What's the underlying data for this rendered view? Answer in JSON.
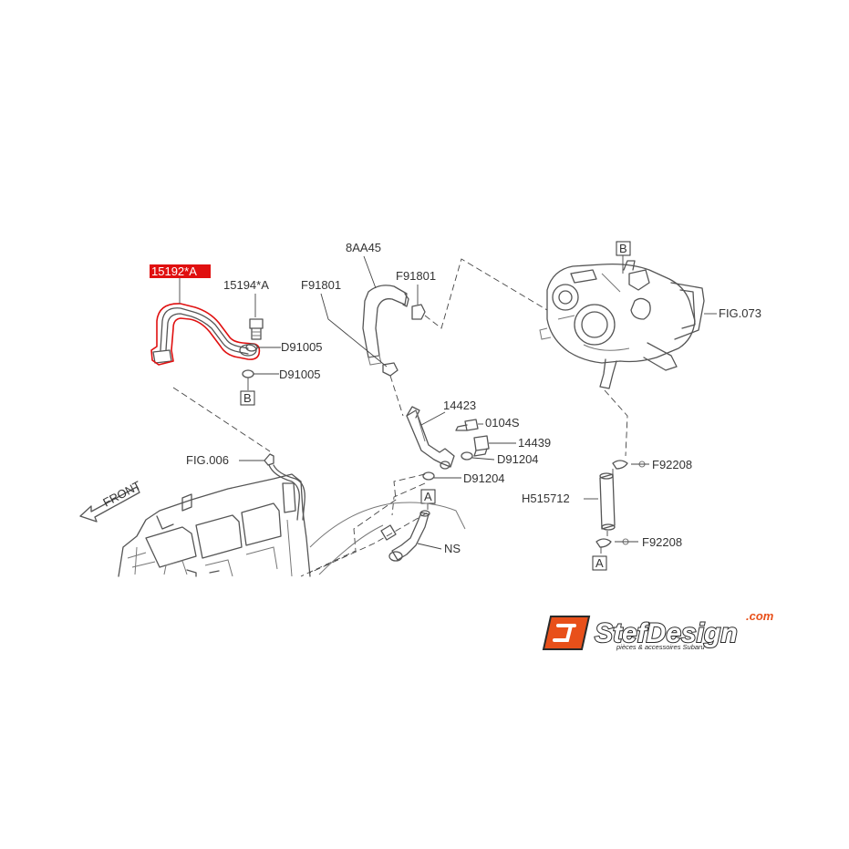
{
  "labels": {
    "part_15192": "15192*A",
    "part_15194": "15194*A",
    "d91005_upper": "D91005",
    "d91005_lower": "D91005",
    "ref_b_left": "B",
    "ref_b_turbo": "B",
    "fig_006": "FIG.006",
    "front": "FRONT",
    "part_8aa45": "8AA45",
    "f91801_left": "F91801",
    "f91801_right": "F91801",
    "part_14423": "14423",
    "part_0104s": "0104S",
    "part_14439": "14439",
    "d91204_upper": "D91204",
    "d91204_lower": "D91204",
    "ref_a_center": "A",
    "ns": "NS",
    "fig_073": "FIG.073",
    "f92208_upper": "F92208",
    "h515712": "H515712",
    "f92208_lower": "F92208",
    "ref_a_bottom": "A"
  },
  "highlight": {
    "part": "15192*A",
    "color": "#e01010"
  },
  "logo": {
    "name": "StefDesign",
    "domain": ".com",
    "tagline": "pièces & accessoires Subaru",
    "accent": "#e8501a"
  }
}
